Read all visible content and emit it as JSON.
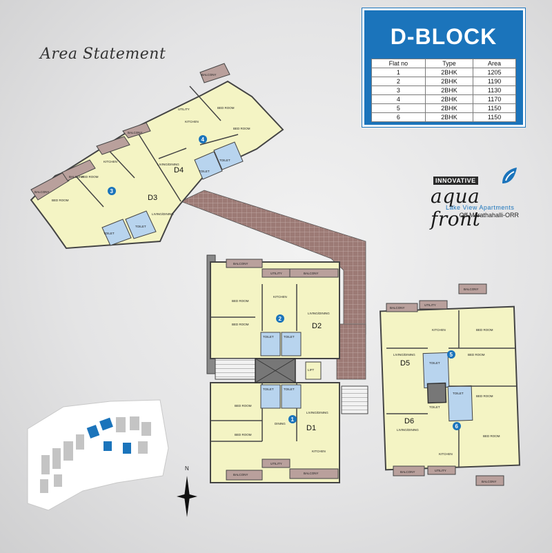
{
  "header": {
    "area_statement": "Area Statement"
  },
  "block": {
    "title": "D-BLOCK",
    "columns": [
      "Flat no",
      "Type",
      "Area"
    ],
    "rows": [
      [
        "1",
        "2BHK",
        "1205"
      ],
      [
        "2",
        "2BHK",
        "1190"
      ],
      [
        "3",
        "2BHK",
        "1130"
      ],
      [
        "4",
        "2BHK",
        "1170"
      ],
      [
        "5",
        "2BHK",
        "1150"
      ],
      [
        "6",
        "2BHK",
        "1150"
      ]
    ]
  },
  "logo": {
    "brand": "INNOVATIVE",
    "name": "aqua front",
    "tagline": "Lake View Apartments",
    "location": "Off Marathahalli-ORR"
  },
  "plan": {
    "flats": [
      {
        "label": "D1",
        "number": "1"
      },
      {
        "label": "D2",
        "number": "2"
      },
      {
        "label": "D3",
        "number": "3"
      },
      {
        "label": "D4",
        "number": "4"
      },
      {
        "label": "D5",
        "number": "5"
      },
      {
        "label": "D6",
        "number": "6"
      }
    ],
    "rooms": {
      "balcony": "BALCONY",
      "utility": "UTILITY",
      "kitchen": "KITCHEN",
      "bed_room": "BED ROOM",
      "living_dining": "LIVING/DINING",
      "dining": "DINING",
      "toilet": "TOILET",
      "lift": "LIFT"
    },
    "compass": "N"
  },
  "colors": {
    "accent": "#1b74bb",
    "room": "#f4f4c4",
    "wet": "#b8d4ee",
    "corridor": "#9c7a75",
    "wall": "#444444"
  }
}
